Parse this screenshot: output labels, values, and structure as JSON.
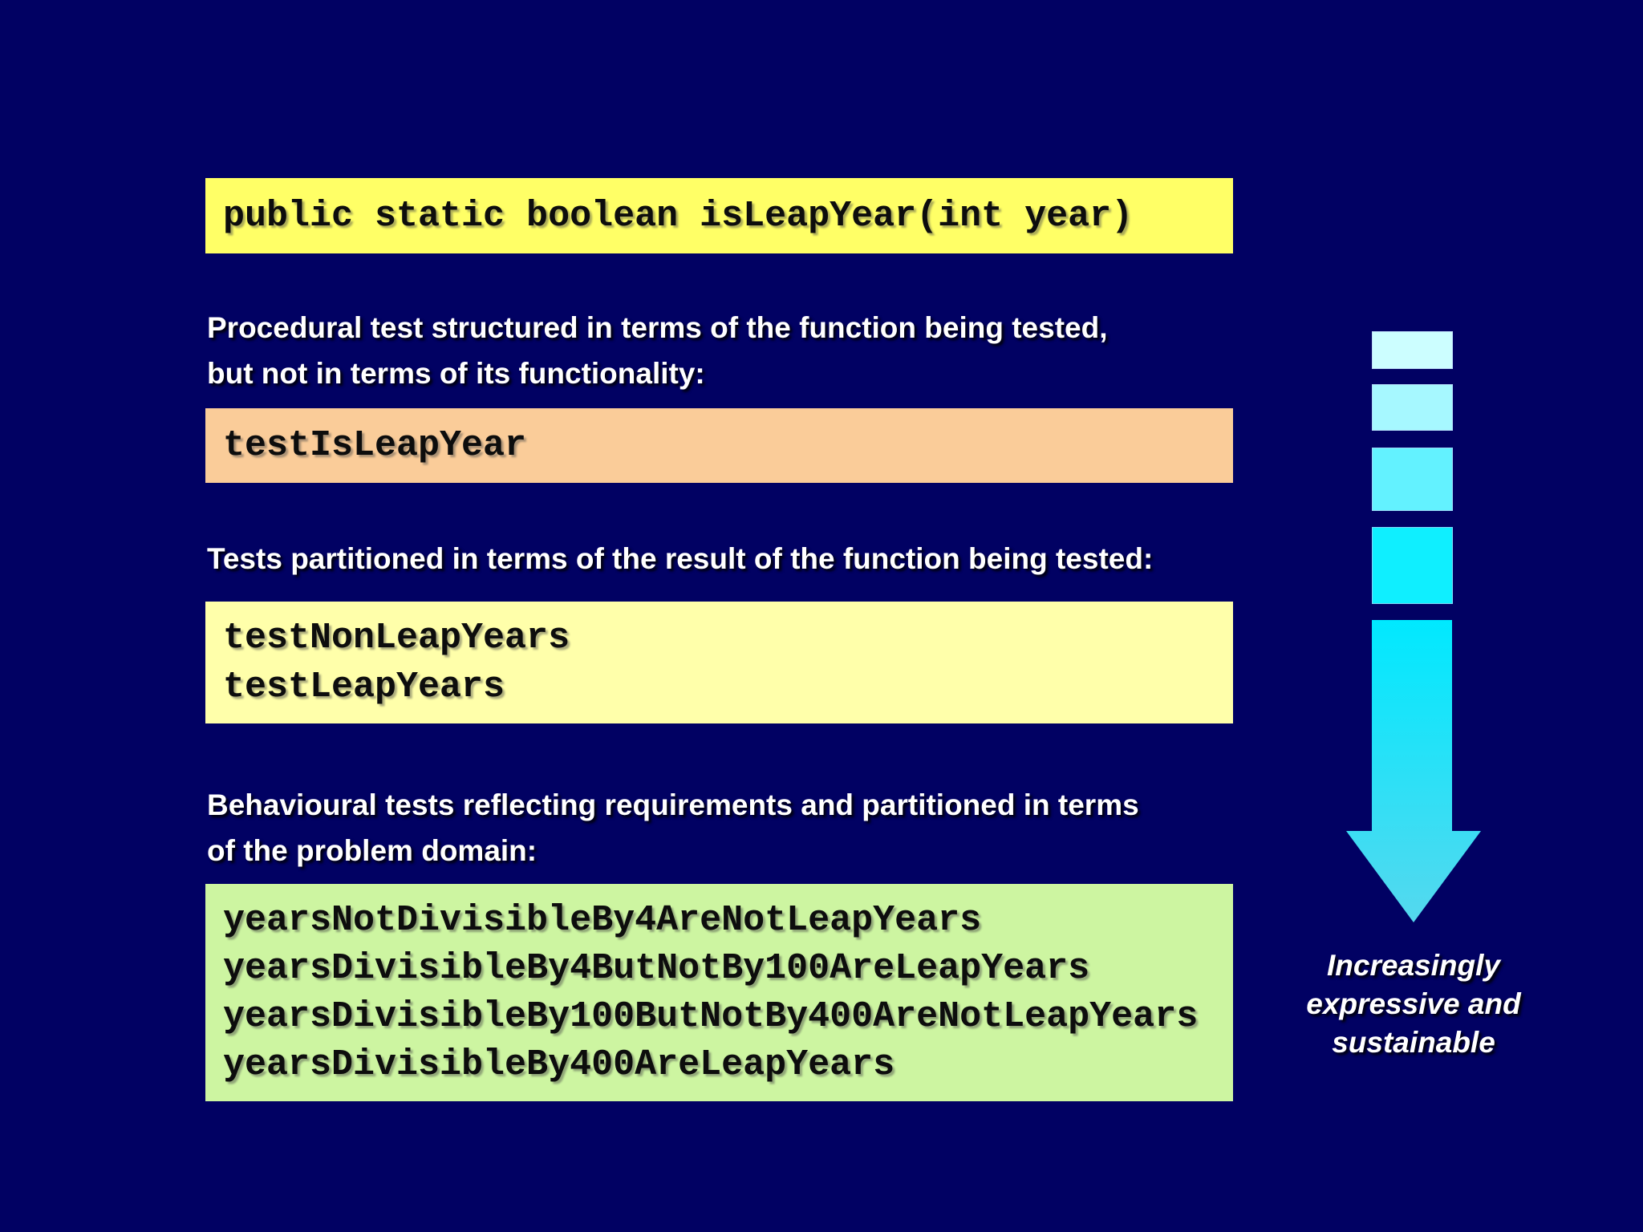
{
  "slide_bg": "#010163",
  "code_box": {
    "bg": "#FFFF66",
    "text": "public static boolean isLeapYear(int year)"
  },
  "sections": [
    {
      "heading_lines": [
        "Procedural test structured in terms of the function being tested,",
        "but not in terms of its functionality:"
      ],
      "box_bg": "#FACC99",
      "box_lines": [
        "testIsLeapYear"
      ]
    },
    {
      "heading_lines": [
        "Tests partitioned in terms of the result of the function being tested:"
      ],
      "box_bg": "#FFFFAA",
      "box_lines": [
        "testNonLeapYears",
        "testLeapYears"
      ]
    },
    {
      "heading_lines": [
        "Behavioural tests reflecting requirements and partitioned in terms",
        "of the problem domain:"
      ],
      "box_bg": "#CDF5A1",
      "box_lines": [
        "yearsNotDivisibleBy4AreNotLeapYears",
        "yearsDivisibleBy4ButNotBy100AreLeapYears",
        "yearsDivisibleBy100ButNotBy400AreNotLeapYears",
        "yearsDivisibleBy400AreLeapYears"
      ]
    }
  ],
  "arrow": {
    "segment_colors": [
      "#CCFEFF",
      "#A6F8FF",
      "#63F2FF",
      "#0FEFFF"
    ],
    "gradient_top": "#00E9FF",
    "gradient_bottom": "#55D8EE",
    "caption_lines": [
      "Increasingly",
      "expressive and",
      "sustainable"
    ]
  }
}
